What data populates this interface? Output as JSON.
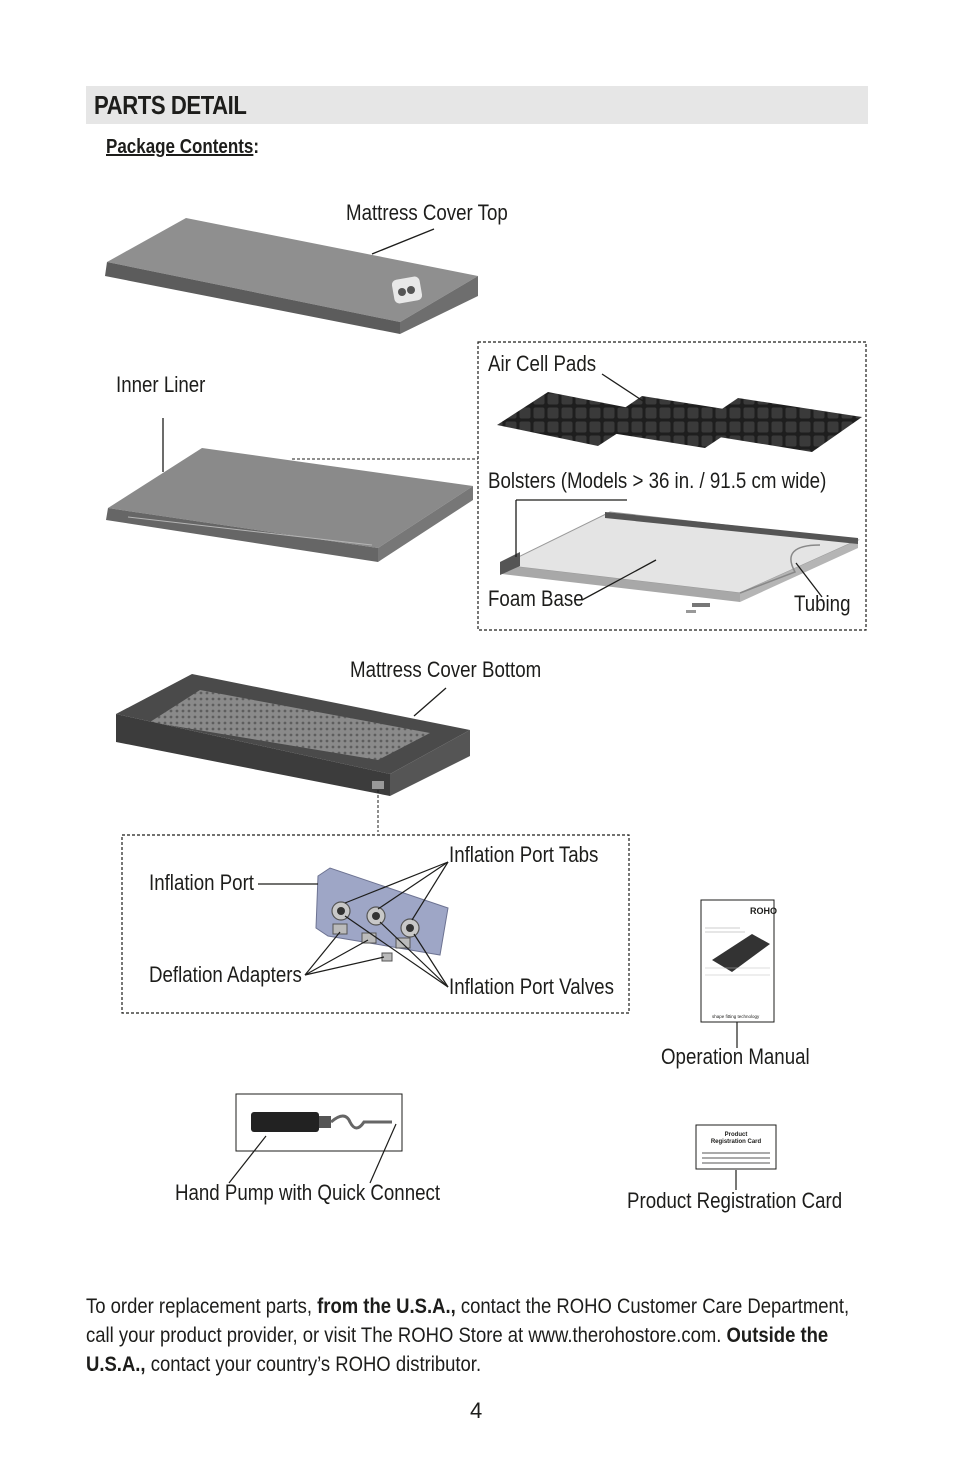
{
  "header": {
    "title": "PARTS DETAIL"
  },
  "subheading": {
    "underlined": "Package Contents",
    "suffix": ":"
  },
  "labels": {
    "mattress_cover_top": "Mattress Cover Top",
    "inner_liner": "Inner Liner",
    "air_cell_pads": "Air Cell Pads",
    "bolsters": "Bolsters (Models > 36 in. / 91.5 cm wide)",
    "foam_base": "Foam Base",
    "tubing": "Tubing",
    "mattress_cover_bottom": "Mattress Cover Bottom",
    "inflation_port": "Inflation Port",
    "inflation_port_tabs": "Inflation Port Tabs",
    "deflation_adapters": "Deflation Adapters",
    "inflation_port_valves": "Inflation Port Valves",
    "operation_manual": "Operation Manual",
    "hand_pump": "Hand Pump with Quick Connect",
    "product_registration_card": "Product Registration Card"
  },
  "manual": {
    "brand": "ROHO",
    "footer": "shape fitting technology"
  },
  "registration_card": {
    "line1": "Product",
    "line2": "Registration Card"
  },
  "footer": {
    "line1_a": "To order replacement parts, ",
    "line1_b": "from the U.S.A.,",
    "line1_c": " contact the ROHO Customer Care Department,",
    "line2_a": "call your product provider, or visit The ROHO Store at www.therohostore.com.  ",
    "line2_b": "Outside the",
    "line3_a": "U.S.A.,",
    "line3_b": " contact your country’s ROHO distributor."
  },
  "page_number": "4"
}
